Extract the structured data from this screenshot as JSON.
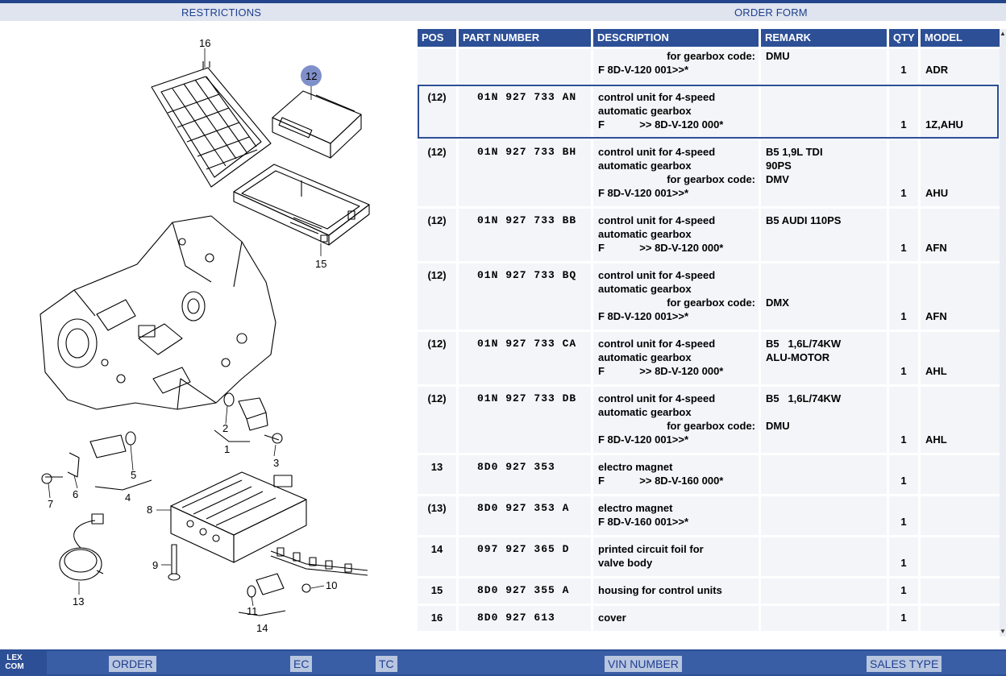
{
  "header": {
    "restrictions": "RESTRICTIONS",
    "order_form": "ORDER FORM"
  },
  "columns": {
    "pos": "POS",
    "part_number": "PART NUMBER",
    "description": "DESCRIPTION",
    "remark": "REMARK",
    "qty": "QTY",
    "model": "MODEL"
  },
  "diagram": {
    "callouts": {
      "c16": "16",
      "c12": "12",
      "c15": "15",
      "c2": "2",
      "c1": "1",
      "c3": "3",
      "c5": "5",
      "c6": "6",
      "c7": "7",
      "c4": "4",
      "c8": "8",
      "c9": "9",
      "c10": "10",
      "c11": "11",
      "c13": "13",
      "c14": "14"
    },
    "highlight_color": "#7f8fc9"
  },
  "rows": [
    {
      "pos": "",
      "part": "",
      "desc": [
        {
          "t": "for gearbox code:",
          "indent": true
        },
        {
          "t": "F 8D-V-120 001>>*"
        }
      ],
      "remark": [
        "DMU"
      ],
      "qty": "1",
      "model": "ADR"
    },
    {
      "pos": "(12)",
      "part": "01N 927 733 AN",
      "desc": [
        {
          "t": "control unit for 4-speed"
        },
        {
          "t": "automatic gearbox"
        },
        {
          "t": "F            >> 8D-V-120 000*"
        }
      ],
      "remark": [],
      "qty": "1",
      "model": "1Z,AHU",
      "selected": true
    },
    {
      "pos": "(12)",
      "part": "01N 927 733 BH",
      "desc": [
        {
          "t": "control unit for 4-speed"
        },
        {
          "t": "automatic gearbox"
        },
        {
          "t": "for gearbox code:",
          "indent": true
        },
        {
          "t": "F 8D-V-120 001>>*"
        }
      ],
      "remark": [
        "B5 1,9L TDI",
        "90PS",
        "DMV"
      ],
      "qty": "1",
      "model": "AHU"
    },
    {
      "pos": "(12)",
      "part": "01N 927 733 BB",
      "desc": [
        {
          "t": "control unit for 4-speed"
        },
        {
          "t": "automatic gearbox"
        },
        {
          "t": "F            >> 8D-V-120 000*"
        }
      ],
      "remark": [
        "B5 AUDI 110PS"
      ],
      "qty": "1",
      "model": "AFN"
    },
    {
      "pos": "(12)",
      "part": "01N 927 733 BQ",
      "desc": [
        {
          "t": "control unit for 4-speed"
        },
        {
          "t": "automatic gearbox"
        },
        {
          "t": "for gearbox code:",
          "indent": true
        },
        {
          "t": "F 8D-V-120 001>>*"
        }
      ],
      "remark": [
        "",
        "",
        "DMX"
      ],
      "qty": "1",
      "model": "AFN"
    },
    {
      "pos": "(12)",
      "part": "01N 927 733 CA",
      "desc": [
        {
          "t": "control unit for 4-speed"
        },
        {
          "t": "automatic gearbox"
        },
        {
          "t": "F            >> 8D-V-120 000*"
        }
      ],
      "remark": [
        "B5   1,6L/74KW",
        "ALU-MOTOR"
      ],
      "qty": "1",
      "model": "AHL"
    },
    {
      "pos": "(12)",
      "part": "01N 927 733 DB",
      "desc": [
        {
          "t": "control unit for 4-speed"
        },
        {
          "t": "automatic gearbox"
        },
        {
          "t": "for gearbox code:",
          "indent": true
        },
        {
          "t": "F 8D-V-120 001>>*"
        }
      ],
      "remark": [
        "B5   1,6L/74KW",
        "",
        "DMU"
      ],
      "qty": "1",
      "model": "AHL"
    },
    {
      "pos": "13",
      "part": "8D0 927 353",
      "desc": [
        {
          "t": "electro magnet"
        },
        {
          "t": "F            >> 8D-V-160 000*"
        }
      ],
      "remark": [],
      "qty": "1",
      "model": ""
    },
    {
      "pos": "(13)",
      "part": "8D0 927 353 A",
      "desc": [
        {
          "t": "electro magnet"
        },
        {
          "t": "F 8D-V-160 001>>*"
        }
      ],
      "remark": [],
      "qty": "1",
      "model": ""
    },
    {
      "pos": "14",
      "part": "097 927 365 D",
      "desc": [
        {
          "t": "printed circuit foil for"
        },
        {
          "t": "valve body"
        }
      ],
      "remark": [],
      "qty": "1",
      "model": ""
    },
    {
      "pos": "15",
      "part": "8D0 927 355 A",
      "desc": [
        {
          "t": "housing for control units"
        }
      ],
      "remark": [],
      "qty": "1",
      "model": ""
    },
    {
      "pos": "16",
      "part": "8D0 927 613",
      "desc": [
        {
          "t": "cover"
        }
      ],
      "remark": [],
      "qty": "1",
      "model": ""
    }
  ],
  "footer": {
    "logo": "LEX COM",
    "order": "ORDER",
    "ec": "EC",
    "tc": "TC",
    "vin_number": "VIN NUMBER",
    "sales_type": "SALES TYPE"
  },
  "colors": {
    "header_bg": "#2c4f96",
    "cell_bg": "#f3f5f9",
    "link_text": "#1f3f8f"
  }
}
